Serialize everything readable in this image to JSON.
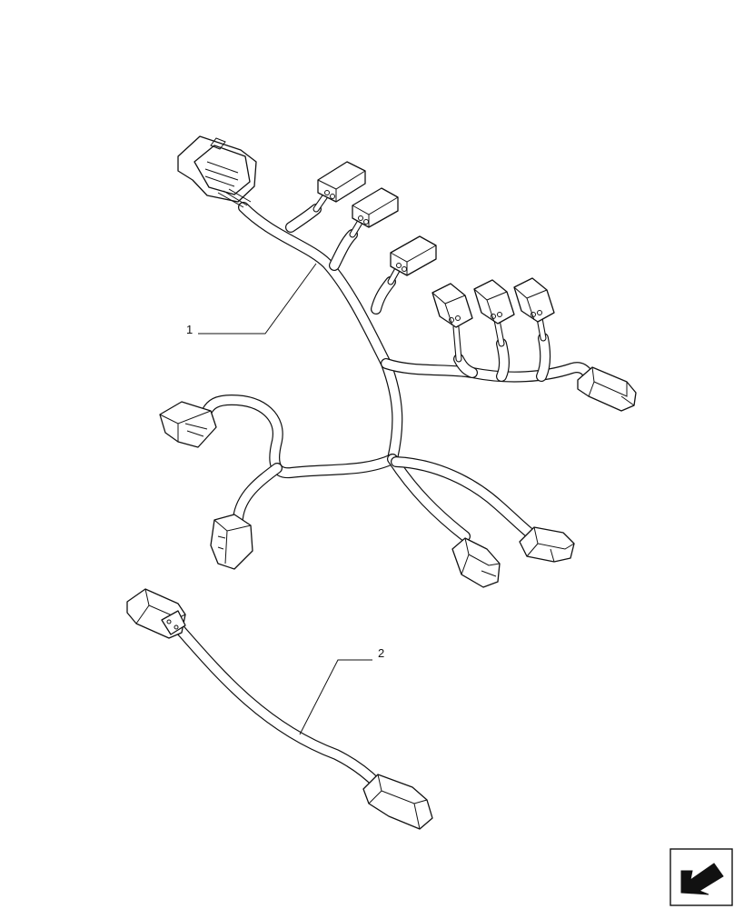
{
  "diagram": {
    "callouts": [
      {
        "id": "1",
        "label": "1"
      },
      {
        "id": "2",
        "label": "2"
      }
    ],
    "nav_icon": "next-page-arrow-icon"
  }
}
